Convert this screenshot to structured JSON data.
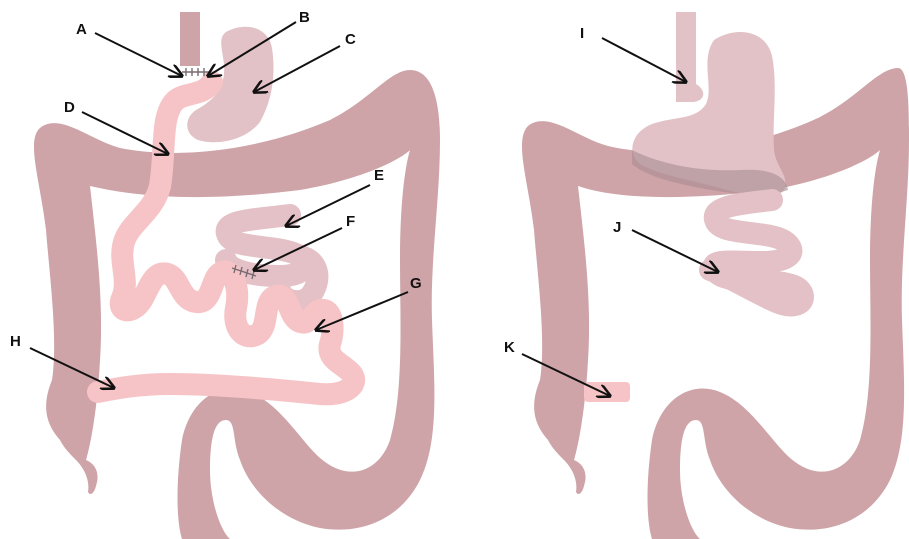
{
  "colors": {
    "colon": "#cea4a8",
    "stomach": "#e2c2c7",
    "small_intestine_bypass": "#f6c4c6",
    "small_intestine_native": "#e3c1c6",
    "overlap": "#a98c91",
    "label": "#111111",
    "staples": "#7a6b70"
  },
  "labels": {
    "a": "A",
    "b": "B",
    "c": "C",
    "d": "D",
    "e": "E",
    "f": "F",
    "g": "G",
    "h": "H",
    "i": "I",
    "j": "J",
    "k": "K"
  }
}
